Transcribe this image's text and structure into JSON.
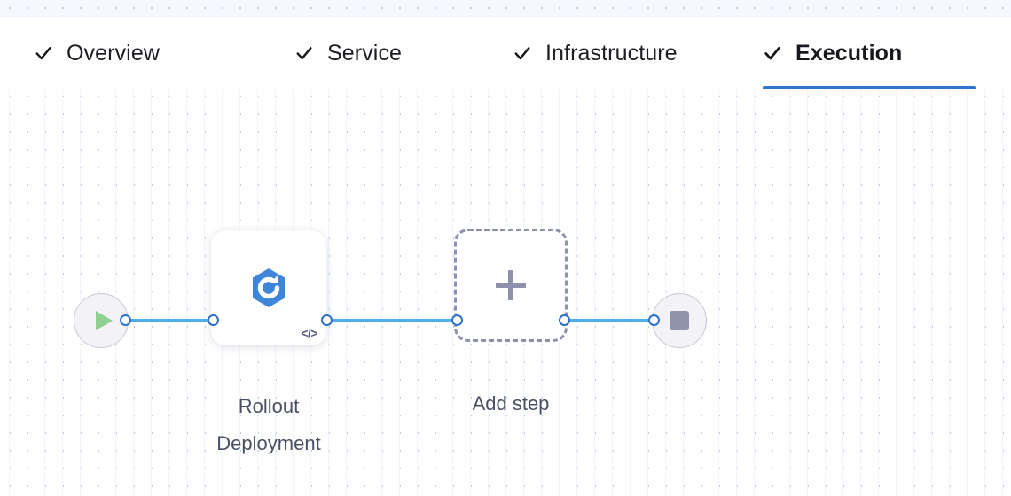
{
  "header": {
    "tabs": [
      {
        "label": "Overview",
        "icon": "check-icon",
        "complete": true,
        "active": false
      },
      {
        "label": "Service",
        "icon": "check-icon",
        "complete": true,
        "active": false
      },
      {
        "label": "Infrastructure",
        "icon": "check-icon",
        "complete": true,
        "active": false
      },
      {
        "label": "Execution",
        "icon": "check-icon",
        "complete": true,
        "active": true
      }
    ],
    "active_tab": "Execution",
    "active_underline_color": "#2f74d0"
  },
  "canvas": {
    "grid": "dotted",
    "nodes": {
      "start": {
        "name": "start-node",
        "icon": "play-icon",
        "icon_color": "#8ed08f"
      },
      "step": {
        "name": "rollout-deployment-step",
        "label": "Rollout\nDeployment",
        "icon": "rollout-hexagon-icon",
        "icon_color": "#3f86da",
        "badge": "</>"
      },
      "add": {
        "name": "add-step-node",
        "label": "Add step",
        "icon": "plus-icon",
        "icon_color": "#8d91ab"
      },
      "end": {
        "name": "end-node",
        "icon": "stop-icon",
        "icon_color": "#9093ac"
      }
    },
    "edges": [
      {
        "from": "start",
        "to": "step"
      },
      {
        "from": "step",
        "to": "add"
      },
      {
        "from": "add",
        "to": "end"
      }
    ],
    "edge_color": "#4fadec",
    "handle_color": "#2f6fd0"
  }
}
